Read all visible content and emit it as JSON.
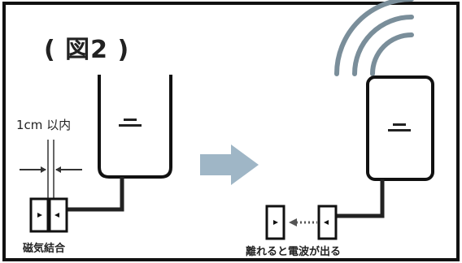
{
  "diagram": {
    "title": "( 図2 )",
    "distance_label": "1cm 以内",
    "magnetic_label": "磁気結合",
    "radio_label": "離れると電波が出る"
  },
  "colors": {
    "line": "#222222",
    "frame": "#111111",
    "arrow": "#9fb6c6",
    "waves": "#7a8e9a"
  }
}
